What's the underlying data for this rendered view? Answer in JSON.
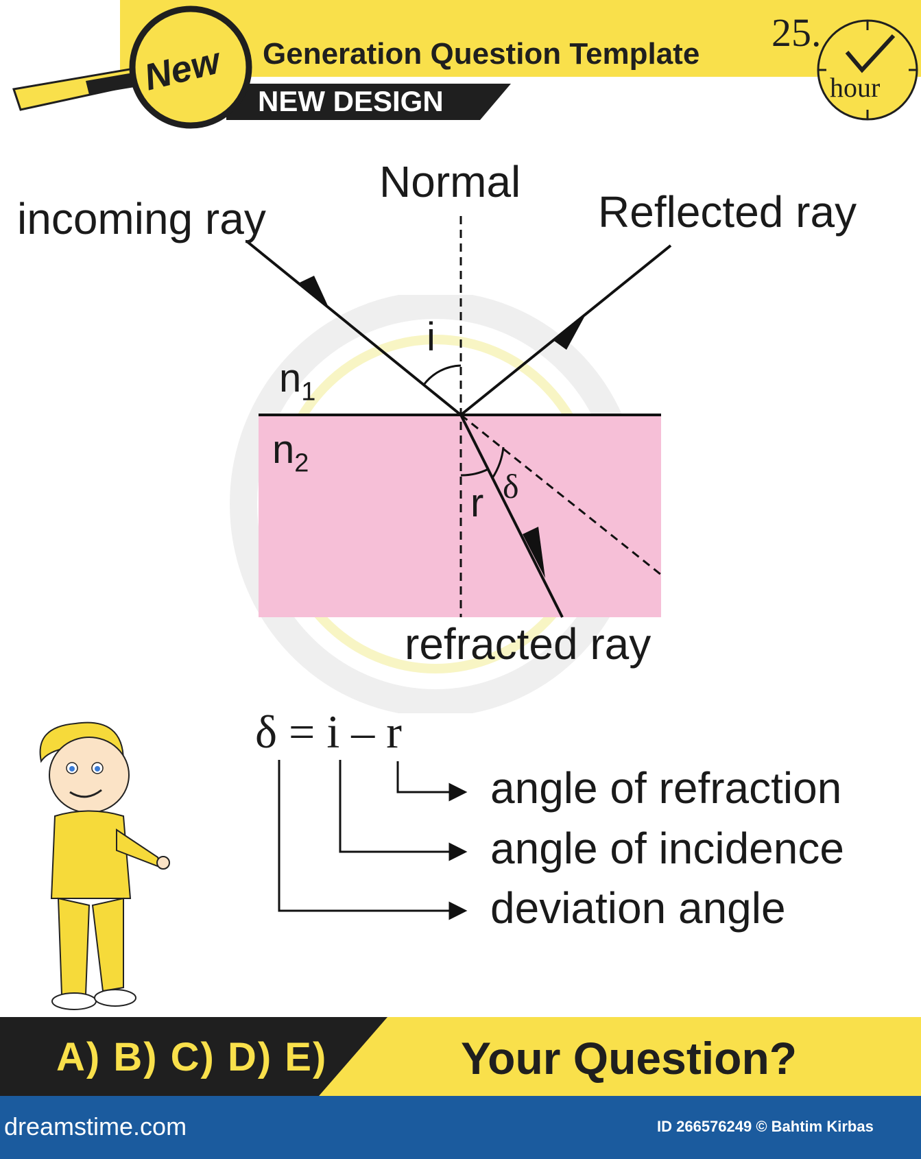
{
  "header": {
    "badge": "New",
    "title": "Generation Question Template",
    "subtitle": "NEW DESIGN",
    "timer_number": "25.",
    "timer_unit": "hour"
  },
  "diagram": {
    "normal_label": "Normal",
    "incoming_label": "incoming ray",
    "reflected_label": "Reflected ray",
    "refracted_label": "refracted ray",
    "angle_i": "i",
    "angle_r": "r",
    "angle_delta": "δ",
    "medium_1": "n",
    "medium_1_sub": "1",
    "medium_2": "n",
    "medium_2_sub": "2",
    "medium_2_color": "#f6bfd7"
  },
  "formula": {
    "text": "δ = i – r",
    "legend": [
      {
        "label": "angle of refraction"
      },
      {
        "label": "angle of incidence"
      },
      {
        "label": "deviation angle"
      }
    ]
  },
  "footer": {
    "answers": "A) B) C) D) E)",
    "question": "Your Question?",
    "brand": "dreamstime.com",
    "credit": "ID 266576249 © Bahtim Kirbas"
  },
  "colors": {
    "yellow": "#f9e04b",
    "dark": "#1f1f1f",
    "blue_bar": "#1b5b9e"
  }
}
